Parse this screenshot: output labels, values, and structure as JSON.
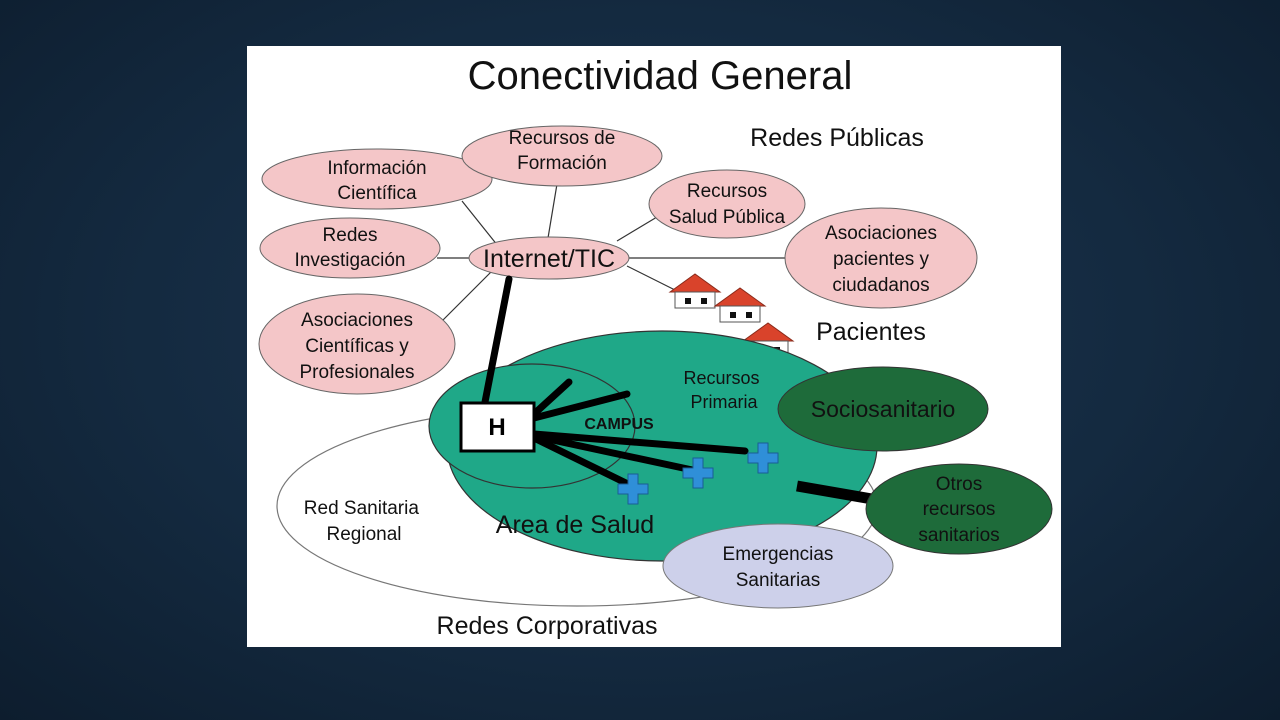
{
  "title": "Conectividad General",
  "section_labels": {
    "redes_publicas": "Redes Públicas",
    "redes_corporativas": "Redes Corporativas",
    "pacientes": "Pacientes"
  },
  "hub_label": "Internet/TIC",
  "public_nodes": {
    "informacion_cientifica": [
      "Información",
      "Científica"
    ],
    "recursos_formacion": [
      "Recursos de",
      "Formación"
    ],
    "recursos_salud_publica": [
      "Recursos",
      "Salud Pública"
    ],
    "redes_investigacion": [
      "Redes",
      "Investigación"
    ],
    "asociaciones_pacientes": [
      "Asociaciones",
      "pacientes y",
      "ciudadanos"
    ],
    "asociaciones_cientificas": [
      "Asociaciones",
      "Científicas y",
      "Profesionales"
    ]
  },
  "corporate_nodes": {
    "hospital": "H",
    "campus": "CAMPUS",
    "recursos_primaria": [
      "Recursos",
      "Primaria"
    ],
    "area_de_salud": "Area de Salud",
    "red_sanitaria_regional": [
      "Red Sanitaria",
      "Regional"
    ],
    "sociosanitario": "Sociosanitario",
    "otros_recursos": [
      "Otros",
      "recursos",
      "sanitarios"
    ],
    "emergencias": [
      "Emergencias",
      "Sanitarias"
    ]
  },
  "colors": {
    "pink_node": "#f4c6c8",
    "area_green": "#1fa888",
    "dark_green": "#1e6b3a",
    "lavender": "#cdd0ea",
    "house_roof": "#d9432b",
    "cross_blue": "#2f8fd8"
  }
}
